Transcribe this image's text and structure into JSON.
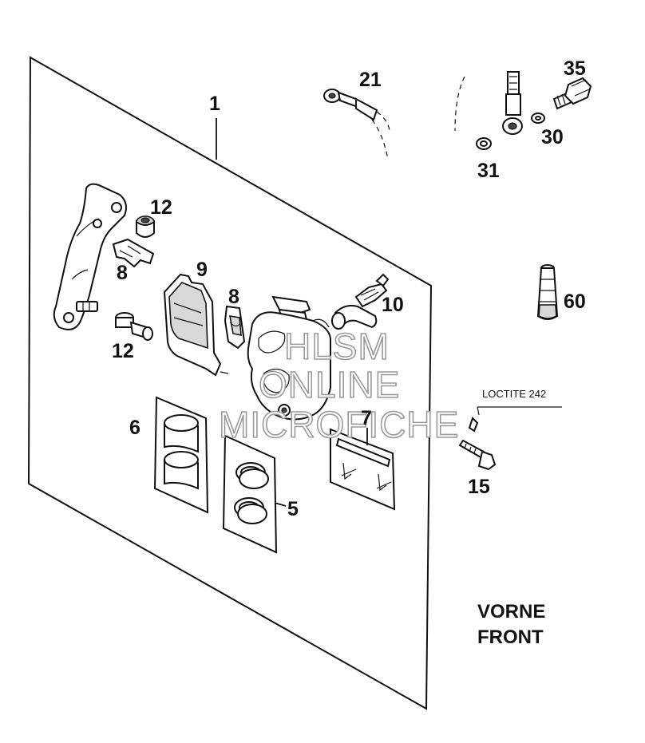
{
  "callouts": {
    "c1": "1",
    "c21": "21",
    "c35": "35",
    "c30": "30",
    "c31": "31",
    "c12a": "12",
    "c8a": "8",
    "c9": "9",
    "c8b": "8",
    "c10": "10",
    "c60": "60",
    "c12b": "12",
    "c6": "6",
    "c7": "7",
    "c5": "5",
    "c15": "15"
  },
  "labels": {
    "loctite": "LOCTITE 242",
    "vorne": "VORNE",
    "front": "FRONT"
  },
  "watermark": {
    "line1": "HLSM",
    "line2": "ONLINE",
    "line3": "MICROFICHE"
  }
}
